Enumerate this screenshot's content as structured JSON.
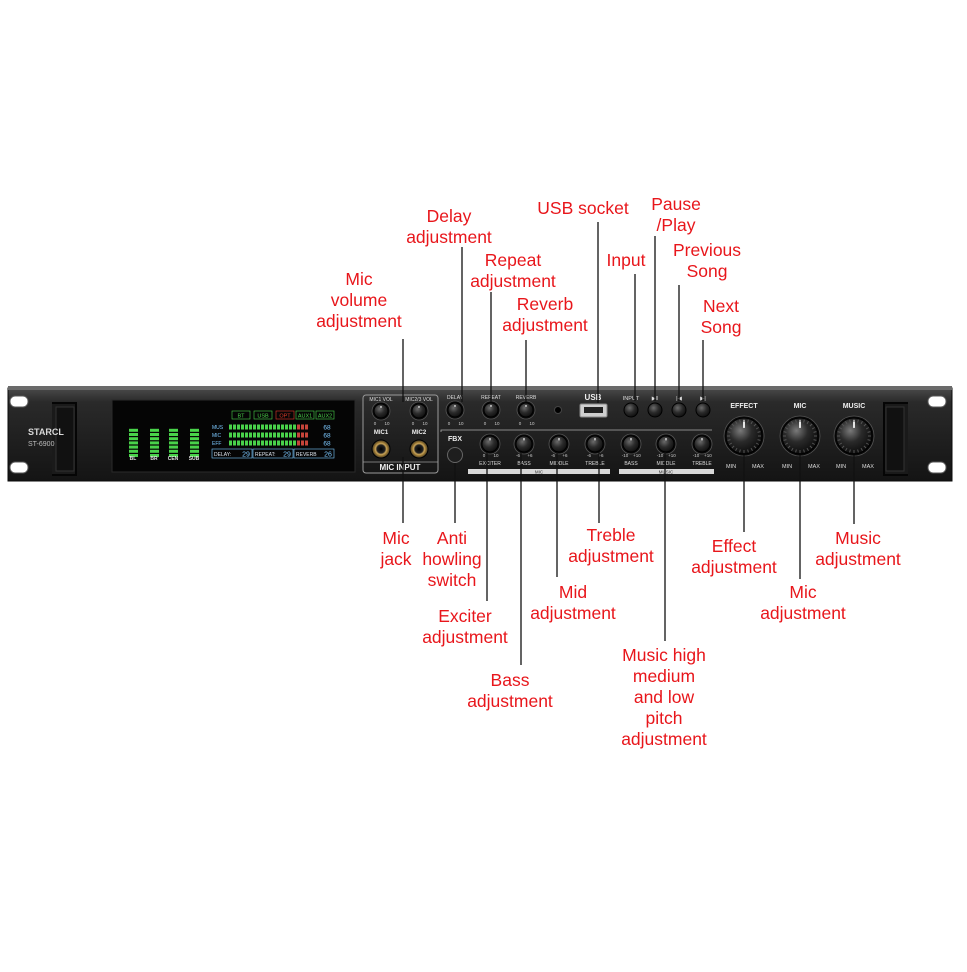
{
  "device": {
    "brand": "STARCL",
    "model": "ST-6900",
    "display": {
      "channels": [
        "BL",
        "BR",
        "CEN",
        "SUB"
      ],
      "sources": [
        "BT",
        "USB",
        "OPT",
        "AUX1",
        "AUX2"
      ],
      "meters": [
        {
          "label": "MUS",
          "value": "68"
        },
        {
          "label": "MIC",
          "value": "68"
        },
        {
          "label": "EFF",
          "value": "68"
        }
      ],
      "readouts": [
        {
          "label": "DELAY:",
          "value": "29"
        },
        {
          "label": "REPEAT:",
          "value": "29"
        },
        {
          "label": "REVERB",
          "value": "26"
        }
      ]
    },
    "mic_panel": {
      "knob_labels": [
        "MIC1 VOL",
        "MIC2/3 VOL"
      ],
      "jack_labels": [
        "MIC1",
        "MIC2"
      ],
      "title": "MIC INPUT",
      "scale": [
        "0",
        "10"
      ]
    },
    "top_knobs": [
      {
        "label": "DELAY",
        "min": "0",
        "max": "10"
      },
      {
        "label": "REPEAT",
        "min": "0",
        "max": "10"
      },
      {
        "label": "REVERB",
        "min": "0",
        "max": "10"
      }
    ],
    "usb_label": "USB",
    "buttons": [
      "INPUT",
      "▶‖",
      "|◀",
      "▶|"
    ],
    "fbx_label": "FBX",
    "mic_eq": [
      {
        "label": "EXCITER",
        "min": "0",
        "max": "10"
      },
      {
        "label": "BASS",
        "min": "-6",
        "max": "+6"
      },
      {
        "label": "MIDDLE",
        "min": "-6",
        "max": "+6"
      },
      {
        "label": "TREBLE",
        "min": "-6",
        "max": "+6"
      }
    ],
    "music_eq": [
      {
        "label": "BASS",
        "min": "-10",
        "max": "+10"
      },
      {
        "label": "MIDDLE",
        "min": "-10",
        "max": "+10"
      },
      {
        "label": "TREBLE",
        "min": "-10",
        "max": "+10"
      }
    ],
    "mic_group_label": "MIC",
    "music_group_label": "MUSIC",
    "big_knobs": [
      "EFFECT",
      "MIC",
      "MUSIC"
    ],
    "big_knob_scale": [
      "MIN",
      "MAX"
    ],
    "colors": {
      "callout": "#e8161b",
      "display_green": "#49d24a",
      "display_blue": "#7cc8ff",
      "display_red": "#e23a2a"
    }
  },
  "callouts": [
    {
      "text": "Delay\nadjustment"
    },
    {
      "text": "USB socket"
    },
    {
      "text": "Pause\n/Play"
    },
    {
      "text": "Repeat\nadjustment"
    },
    {
      "text": "Input"
    },
    {
      "text": "Previous\nSong"
    },
    {
      "text": "Mic\nvolume\nadjustment"
    },
    {
      "text": "Reverb\nadjustment"
    },
    {
      "text": "Next\nSong"
    },
    {
      "text": "Mic\njack"
    },
    {
      "text": "Anti\nhowling\nswitch"
    },
    {
      "text": "Treble\nadjustment"
    },
    {
      "text": "Effect\nadjustment"
    },
    {
      "text": "Music\nadjustment"
    },
    {
      "text": "Mid\nadjustment"
    },
    {
      "text": "Mic\nadjustment"
    },
    {
      "text": "Exciter\nadjustment"
    },
    {
      "text": "Music high\nmedium\nand low\npitch\nadjustment"
    },
    {
      "text": "Bass\nadjustment"
    }
  ]
}
